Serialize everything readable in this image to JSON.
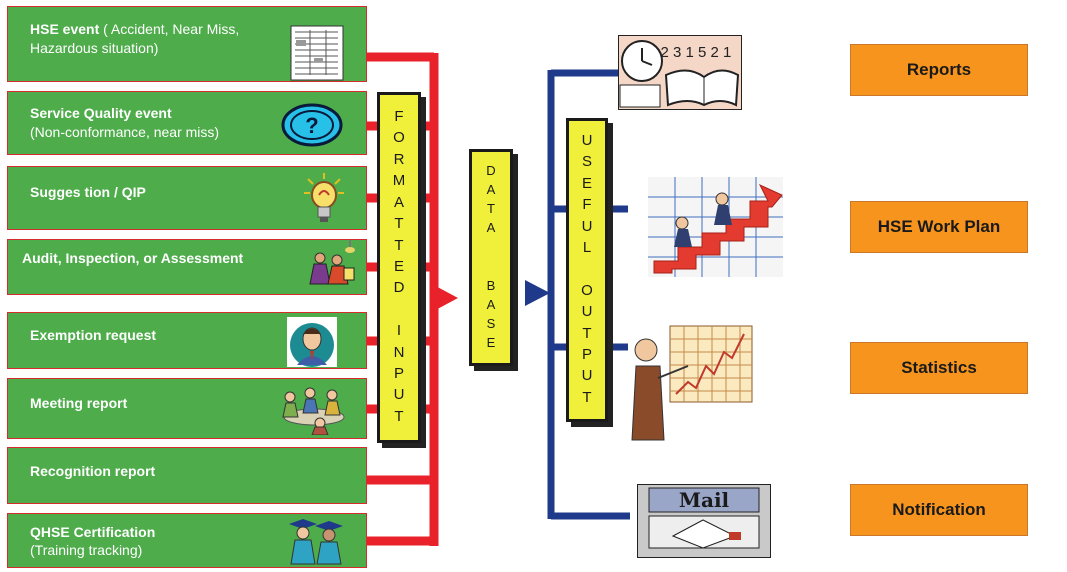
{
  "inputs": [
    {
      "title": "HSE event",
      "subtitle": " ( Accident, Near Miss,",
      "line2": "Hazardous situation)"
    },
    {
      "title": "Service Quality event",
      "subtitle": "",
      "line2": "(Non-conformance, near miss)"
    },
    {
      "title": "Sugges tion / QIP",
      "subtitle": "",
      "line2": ""
    },
    {
      "title": "Audit, Inspection, or Assessment",
      "subtitle": "",
      "line2": ""
    },
    {
      "title": "Exemption request",
      "subtitle": "",
      "line2": ""
    },
    {
      "title": "Meeting report",
      "subtitle": "",
      "line2": ""
    },
    {
      "title": "Recognition report",
      "subtitle": "",
      "line2": ""
    },
    {
      "title": "QHSE  Certification",
      "subtitle": "",
      "line2": "(Training tracking)"
    }
  ],
  "formatted_input": [
    "F",
    "O",
    "R",
    "M",
    "A",
    "T",
    "T",
    "E",
    "D",
    "",
    "I",
    "N",
    "P",
    "U",
    "T"
  ],
  "data_base": [
    "D",
    "A",
    "T",
    "A",
    "",
    "",
    "B",
    "A",
    "S",
    "E"
  ],
  "useful_output": [
    "U",
    "S",
    "E",
    "F",
    "U",
    "L",
    "",
    "O",
    "U",
    "T",
    "P",
    "U",
    "T"
  ],
  "outputs": [
    "Reports",
    "HSE Work Plan",
    "Statistics",
    "Notification"
  ],
  "mail_label": "Mail",
  "clock_numbers": "7 2 3 1 5 2 1",
  "colors": {
    "input_box": "#4eac4b",
    "input_border": "#d42d2d",
    "red_bus": "#e8212a",
    "blue_bus": "#1f3a8a",
    "column": "#f0f03a",
    "output_box": "#f7941d"
  }
}
